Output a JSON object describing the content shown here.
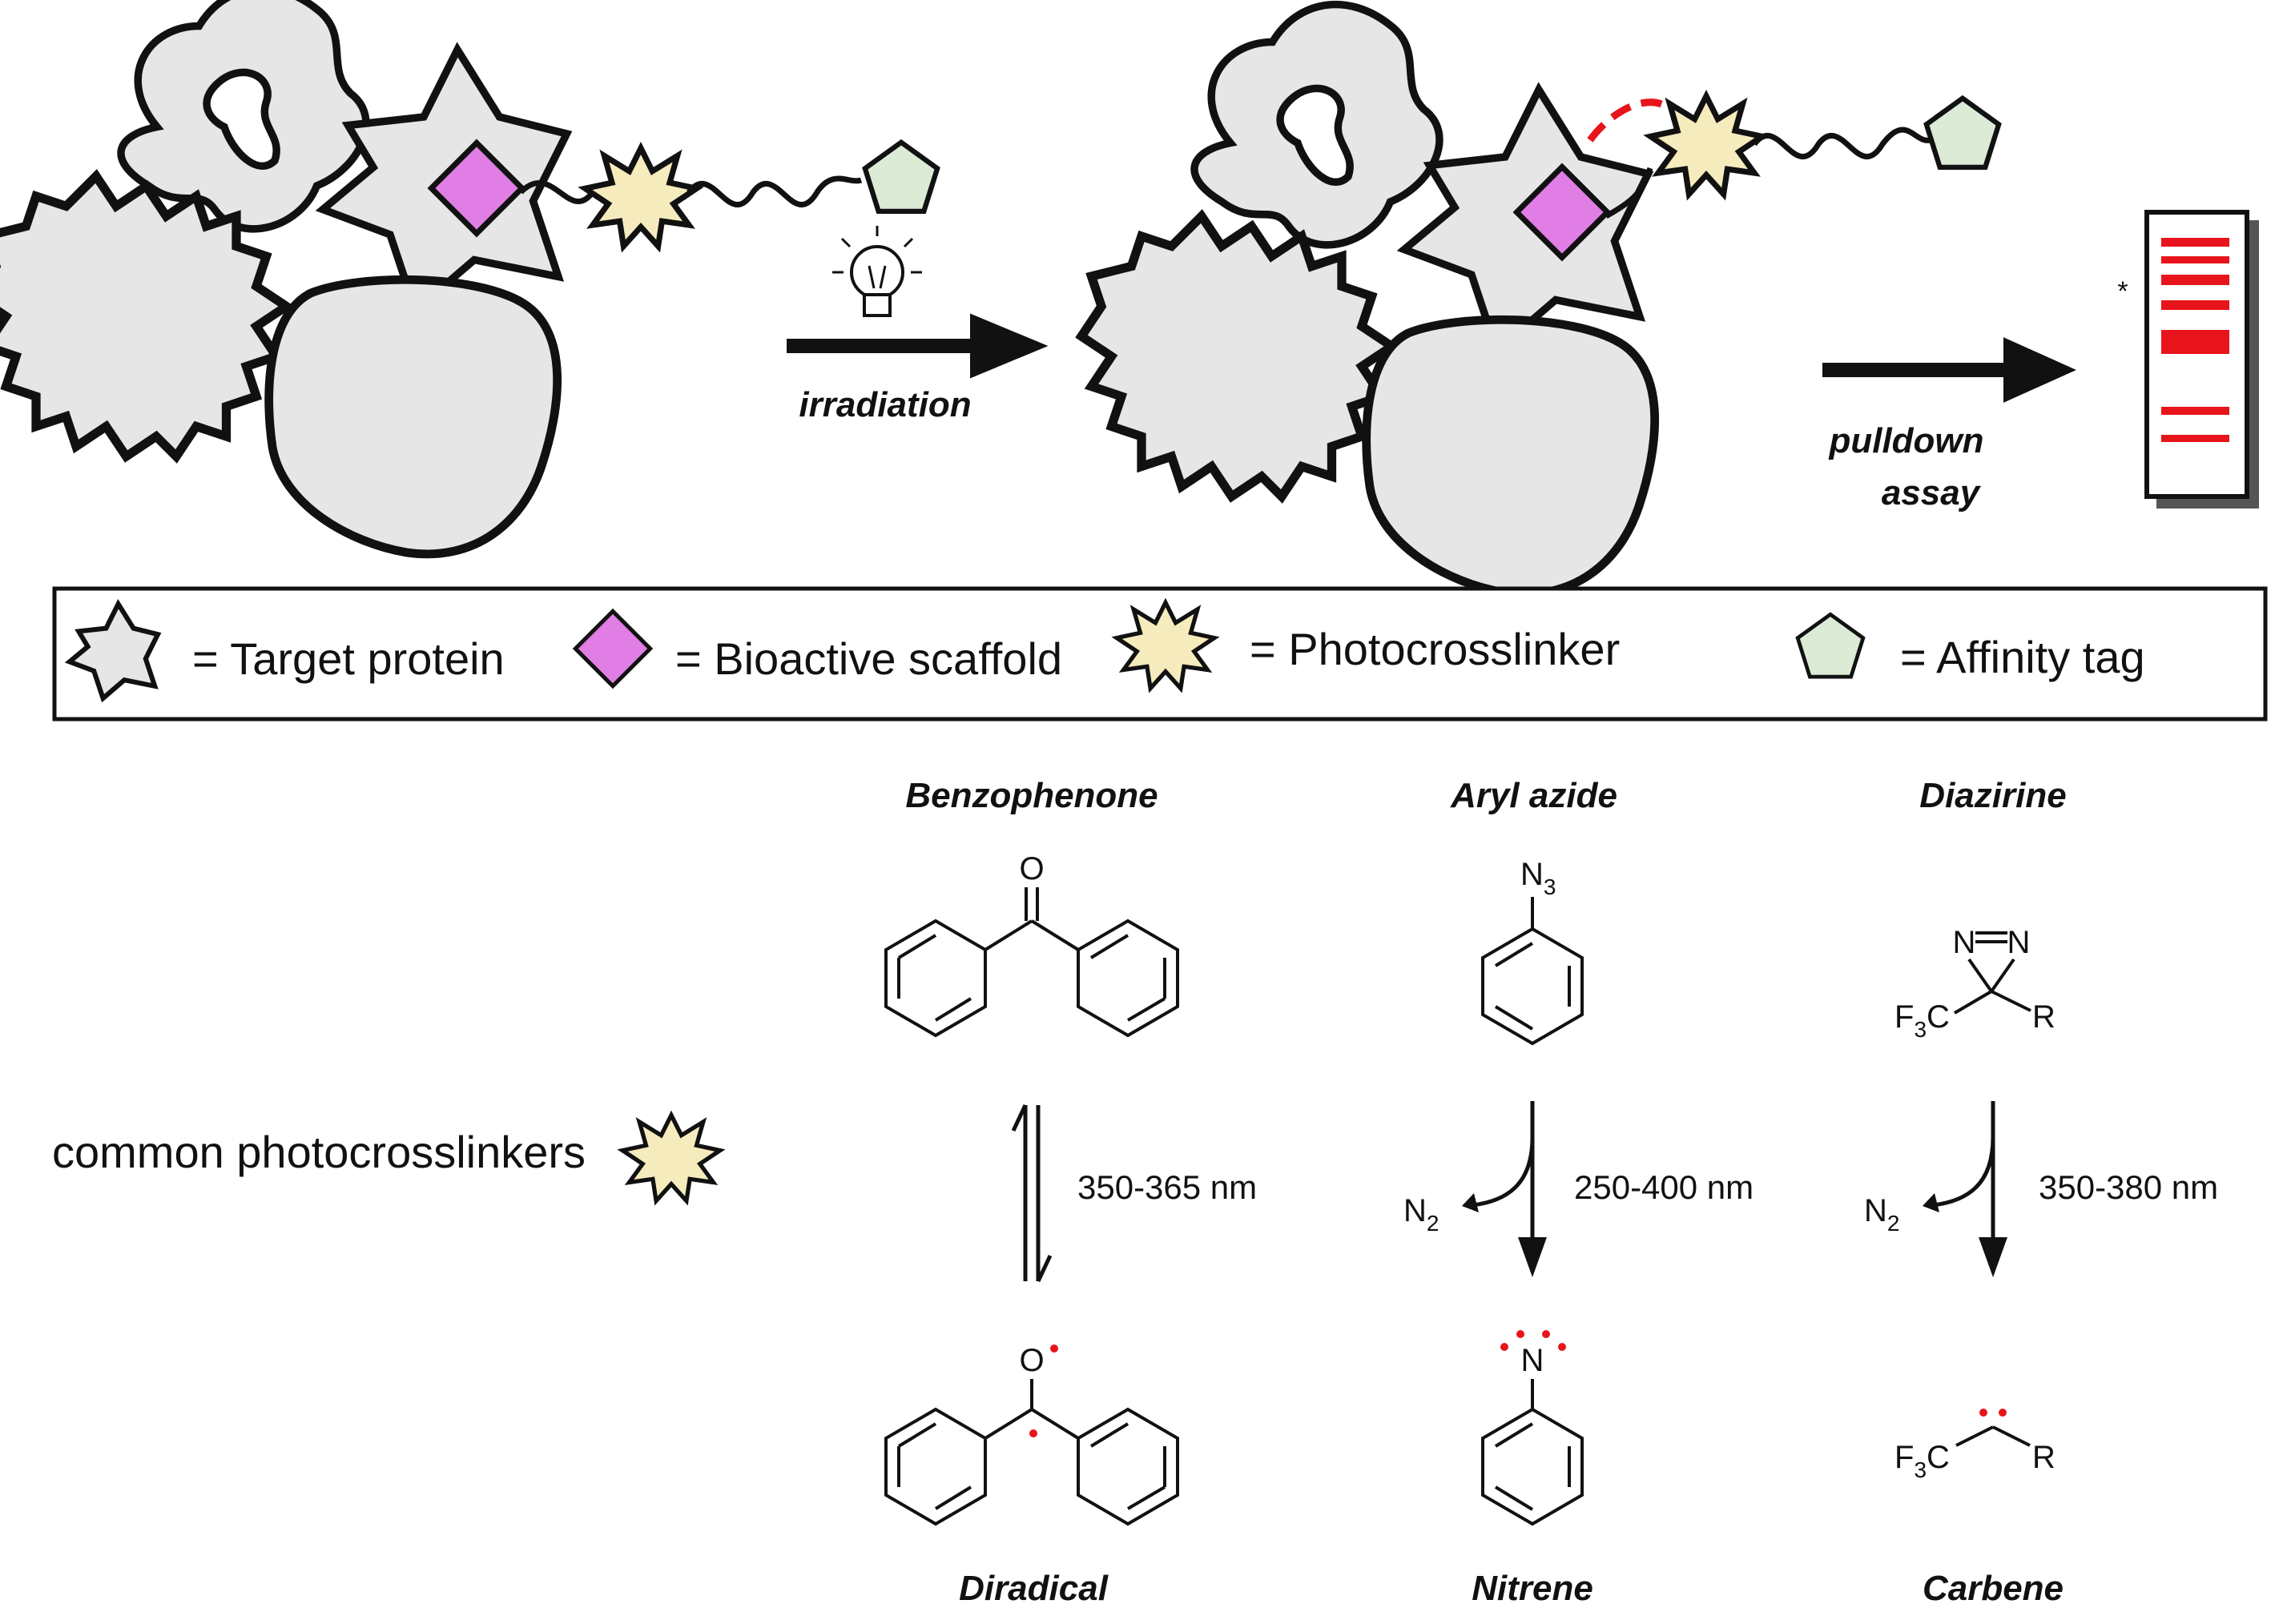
{
  "top_scheme": {
    "step1_label": "irradiation",
    "step2_label_line1": "pulldown",
    "step2_label_line2": "assay",
    "gel_marker": "*"
  },
  "legend": {
    "target_protein": "= Target protein",
    "bioactive_scaffold": "= Bioactive scaffold",
    "photocrosslinker": "= Photocrosslinker",
    "affinity_tag": "= Affinity tag"
  },
  "row_label": "common photocrosslinkers",
  "crosslinkers": [
    {
      "name": "Benzophenone",
      "oxygen": "O",
      "condition": "350-365 nm",
      "product": "Diradical",
      "product_oxygen": "O"
    },
    {
      "name": "Aryl azide",
      "group": "N",
      "group_sub": "3",
      "condition": "250-400 nm",
      "loss": "N",
      "loss_sub": "2",
      "product": "Nitrene",
      "product_atom": "N"
    },
    {
      "name": "Diazirine",
      "ring_n1": "N",
      "ring_n2": "N",
      "cf3_a": "F",
      "cf3_sub": "3",
      "cf3_b": "C",
      "r_group": "R",
      "condition": "350-380 nm",
      "loss": "N",
      "loss_sub": "2",
      "product": "Carbene"
    }
  ],
  "colors": {
    "protein_fill": "#e6e6e6",
    "scaffold_fill": "#e07ee6",
    "photocrosslinker_fill": "#f5ebbd",
    "tag_fill": "#dbebd6",
    "radical_dots": "#e8141b",
    "gel_bands": "#e8141b"
  }
}
